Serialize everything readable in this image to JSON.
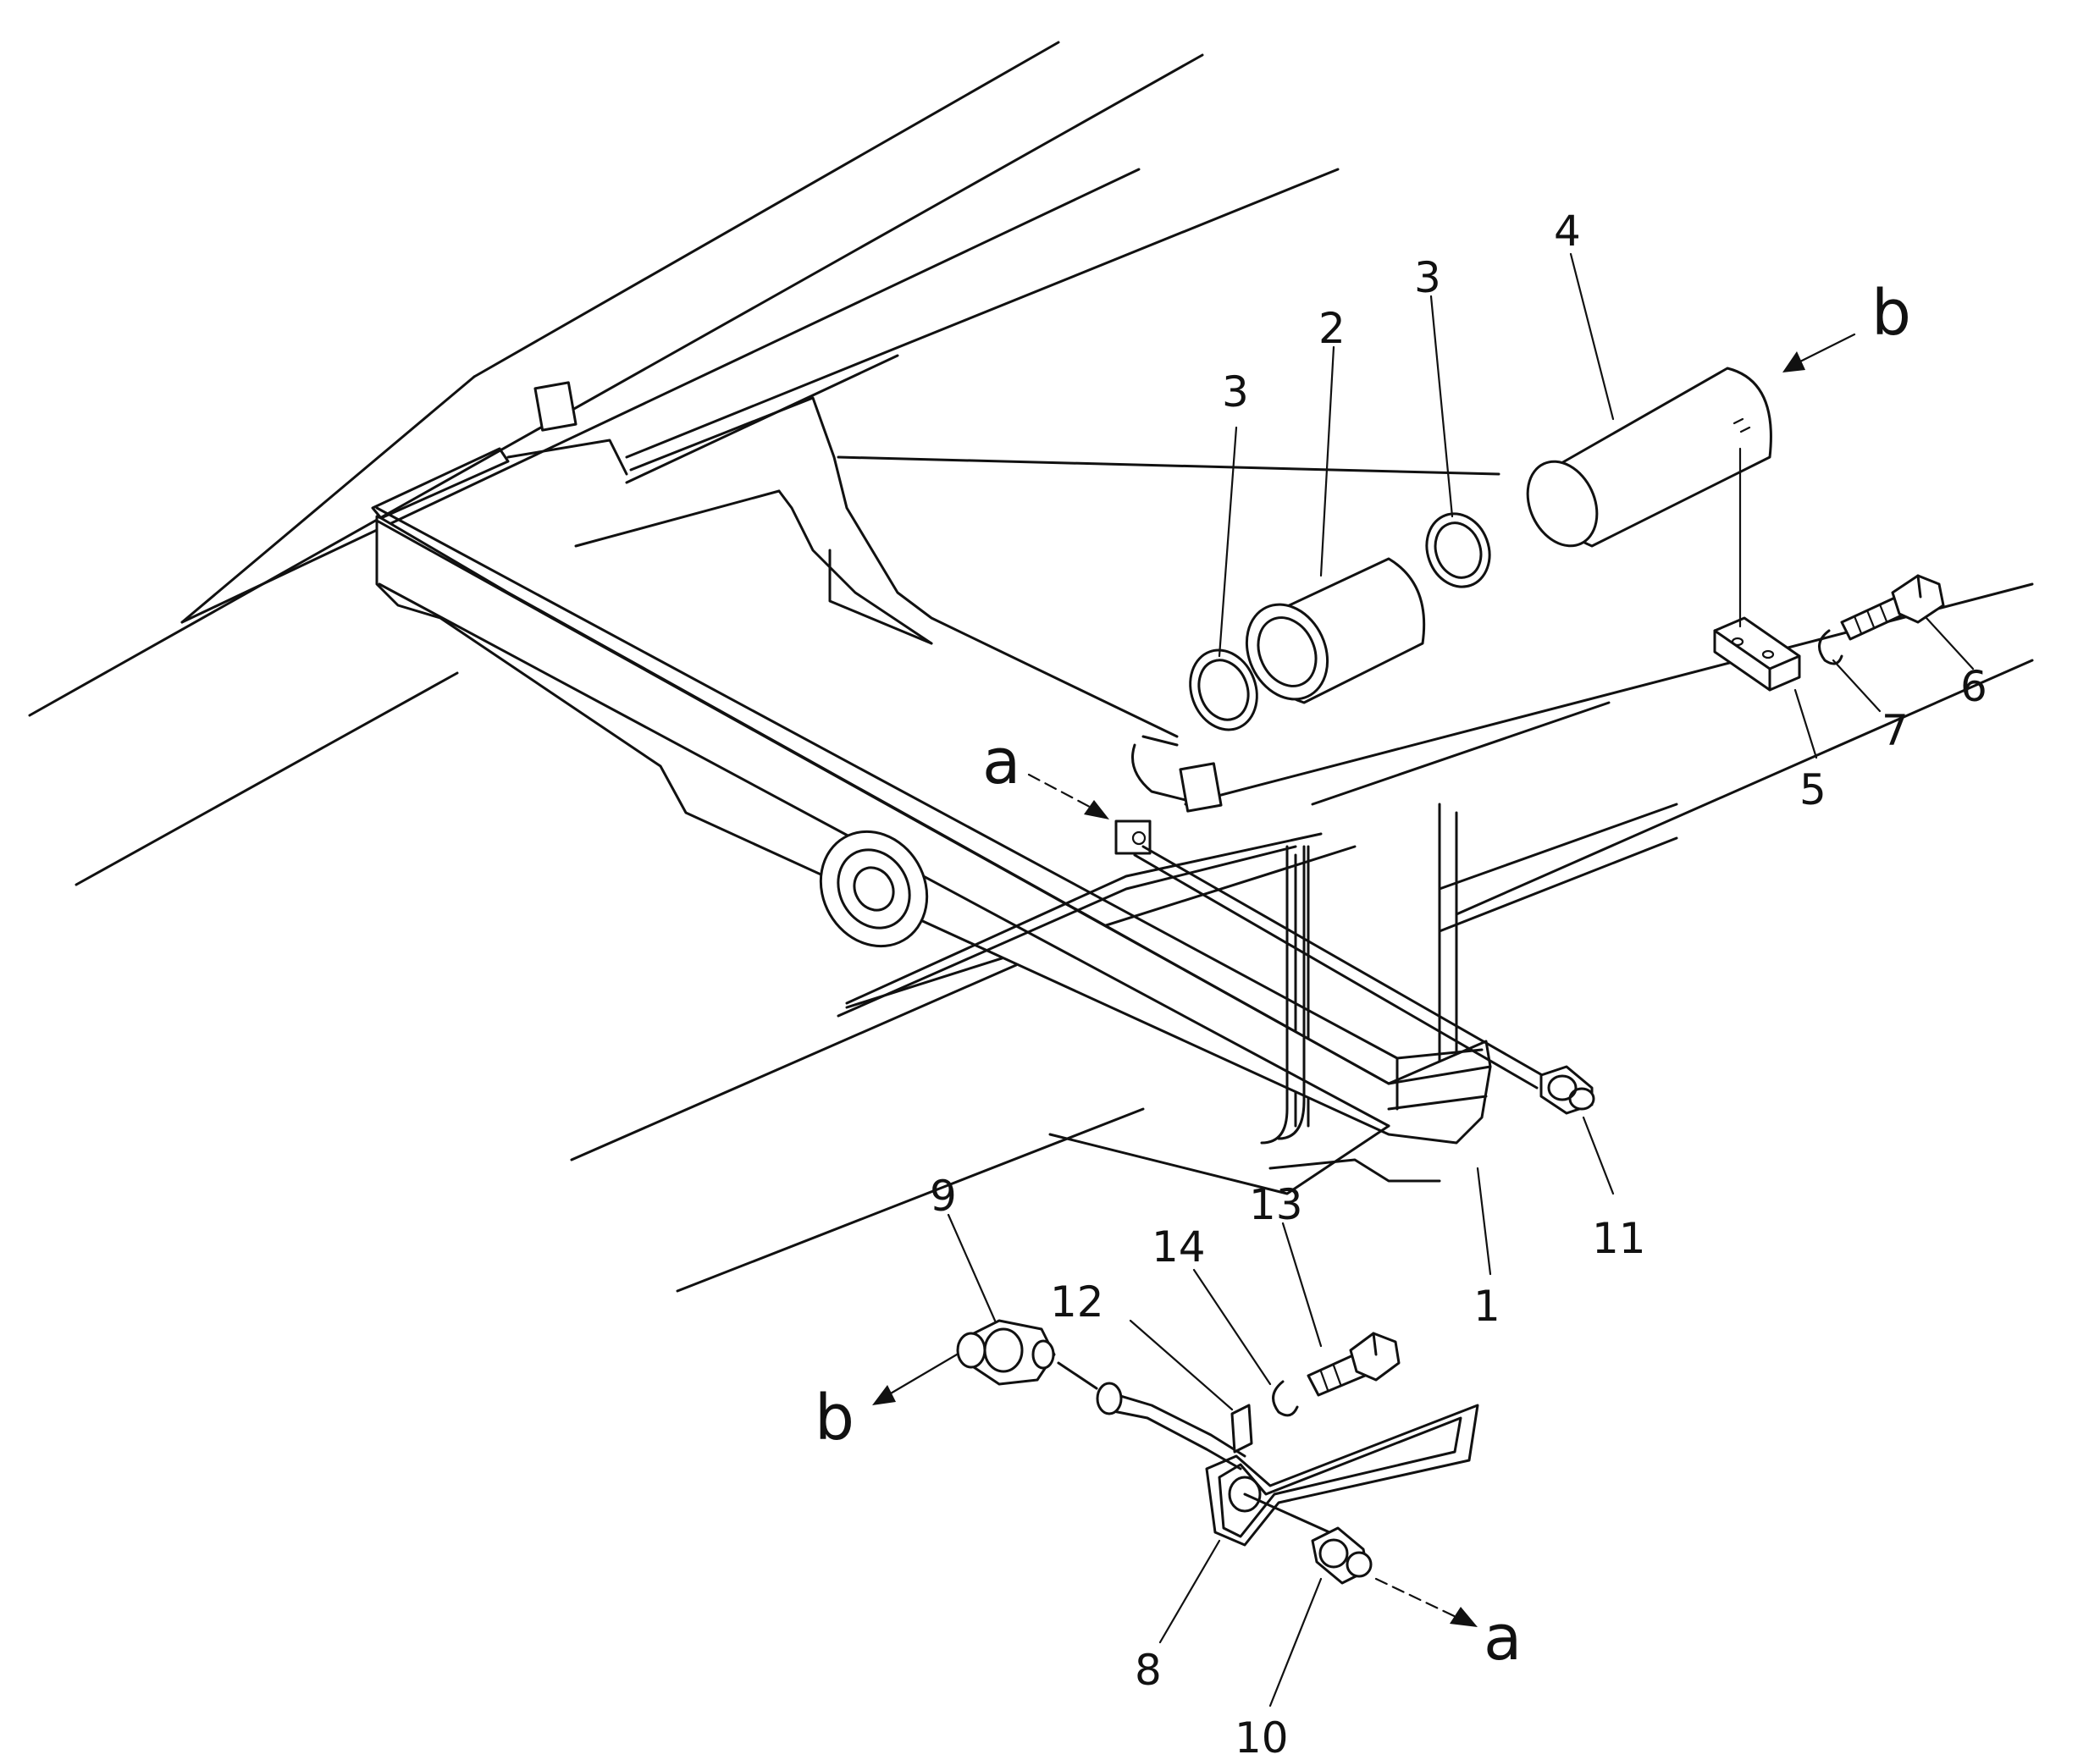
{
  "diagram": {
    "callouts": [
      {
        "id": "label-1",
        "text": "1"
      },
      {
        "id": "label-2",
        "text": "2"
      },
      {
        "id": "label-3a",
        "text": "3"
      },
      {
        "id": "label-3b",
        "text": "3"
      },
      {
        "id": "label-4",
        "text": "4"
      },
      {
        "id": "label-5",
        "text": "5"
      },
      {
        "id": "label-6",
        "text": "6"
      },
      {
        "id": "label-7",
        "text": "7"
      },
      {
        "id": "label-8",
        "text": "8"
      },
      {
        "id": "label-9",
        "text": "9"
      },
      {
        "id": "label-10",
        "text": "10"
      },
      {
        "id": "label-11",
        "text": "11"
      },
      {
        "id": "label-12",
        "text": "12"
      },
      {
        "id": "label-13",
        "text": "13"
      },
      {
        "id": "label-14",
        "text": "14"
      }
    ],
    "connection_marks": {
      "a_top": "a",
      "a_bottom": "a",
      "b_top": "b",
      "b_bottom": "b"
    }
  }
}
